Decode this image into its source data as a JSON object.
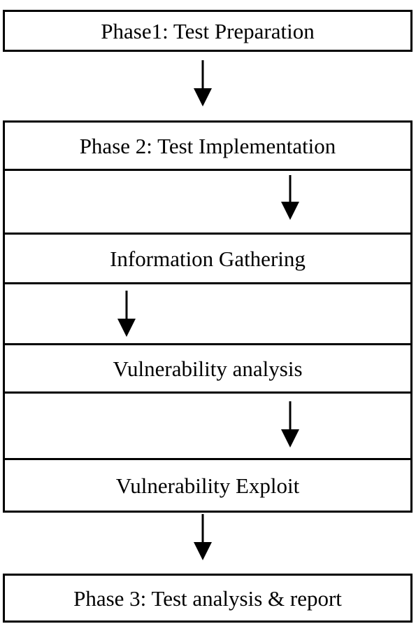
{
  "diagram": {
    "phase1": "Phase1: Test Preparation",
    "phase2": "Phase 2: Test Implementation",
    "step_info_gathering": "Information Gathering",
    "step_vuln_analysis": "Vulnerability analysis",
    "step_vuln_exploit": "Vulnerability Exploit",
    "phase3": "Phase 3: Test analysis & report"
  },
  "colors": {
    "stroke": "#000000",
    "background": "#ffffff"
  },
  "icons": {
    "arrow": "down-arrow-icon"
  }
}
